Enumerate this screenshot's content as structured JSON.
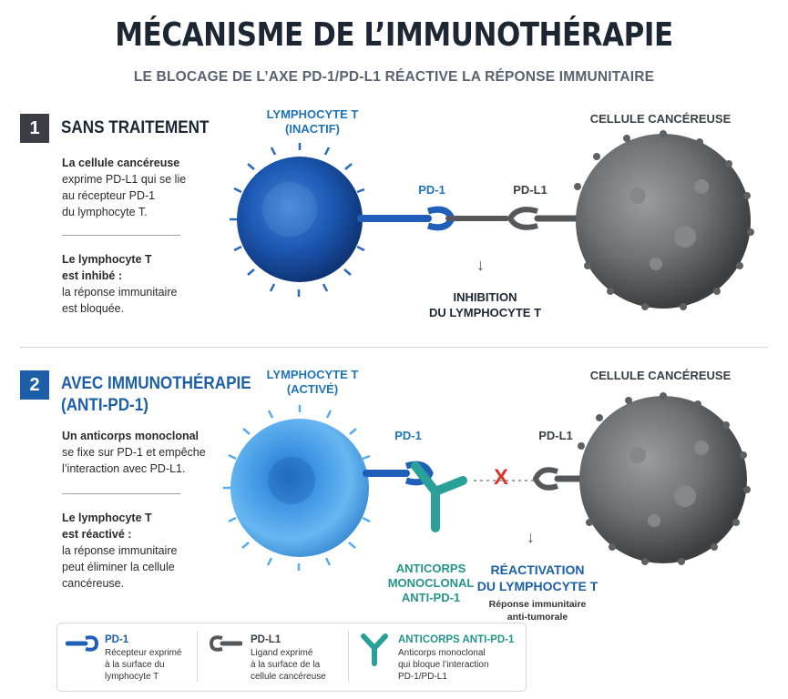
{
  "header": {
    "title": "MÉCANISME DE L’IMMUNOTHÉRAPIE",
    "subtitle": "LE BLOCAGE DE L’AXE PD-1/PD-L1 RÉACTIVE LA RÉPONSE IMMUNITAIRE"
  },
  "colors": {
    "blue": "#1c5fa8",
    "dark_box": "#3b3f45",
    "teal": "#24958a",
    "cancer_gray": "#6f7275",
    "x_red": "#d9342b"
  },
  "section1": {
    "number": "1",
    "title": "SANS TRAITEMENT",
    "desc_bold": "La cellule cancéreuse",
    "desc_lines": [
      "exprime PD-L1 qui se lie",
      "au récepteur PD-1",
      "du lymphocyte T."
    ],
    "state_bold_1": "Le lymphocyte T",
    "state_bold_2": "est inhibé :",
    "state_lines": [
      "la réponse immunitaire",
      "est bloquée."
    ],
    "lymph_label_1": "LYMPHOCYTE T",
    "lymph_label_2": "(INACTIF)",
    "cancer_label": "CELLULE CANCÉREUSE",
    "pd1": "PD-1",
    "pdl1": "PD-L1",
    "arrow": "↓",
    "result_1": "INHIBITION",
    "result_2": "DU LYMPHOCYTE T"
  },
  "section2": {
    "number": "2",
    "title_1": "AVEC IMMUNOTHÉRAPIE",
    "title_2": "(ANTI-PD-1)",
    "desc_bold": "Un anticorps monoclonal",
    "desc_lines": [
      "se fixe sur PD-1 et empêche",
      "l’interaction avec PD-L1."
    ],
    "state_bold_1": "Le lymphocyte T",
    "state_bold_2": "est réactivé :",
    "state_lines": [
      "la réponse immunitaire",
      "peut éliminer la cellule",
      "cancéreuse."
    ],
    "lymph_label_1": "LYMPHOCYTE T",
    "lymph_label_2": "(ACTIVÉ)",
    "cancer_label": "CELLULE CANCÉREUSE",
    "pd1": "PD-1",
    "pdl1": "PD-L1",
    "block_mark": "X",
    "antibody_1": "ANTICORPS",
    "antibody_2": "MONOCLONAL",
    "antibody_3": "ANTI-PD-1",
    "arrow": "↓",
    "result_1": "RÉACTIVATION",
    "result_2": "DU LYMPHOCYTE T",
    "result_sub_1": "Réponse immunitaire",
    "result_sub_2": "anti-tumorale"
  },
  "legend": {
    "items": [
      {
        "icon": "pd1-receptor-icon",
        "title": "PD-1",
        "lines": [
          "Récepteur exprimé",
          "à la surface du",
          "lymphocyte T"
        ]
      },
      {
        "icon": "pdl1-ligand-icon",
        "title": "PD-L1",
        "lines": [
          "Ligand exprimé",
          "à la surface de la",
          "cellule cancéreuse"
        ]
      },
      {
        "icon": "antibody-icon",
        "title": "ANTICORPS ANTI-PD-1",
        "lines": [
          "Anticorps monoclonal",
          "qui bloque l’interaction",
          "PD-1/PD-L1"
        ]
      }
    ]
  }
}
